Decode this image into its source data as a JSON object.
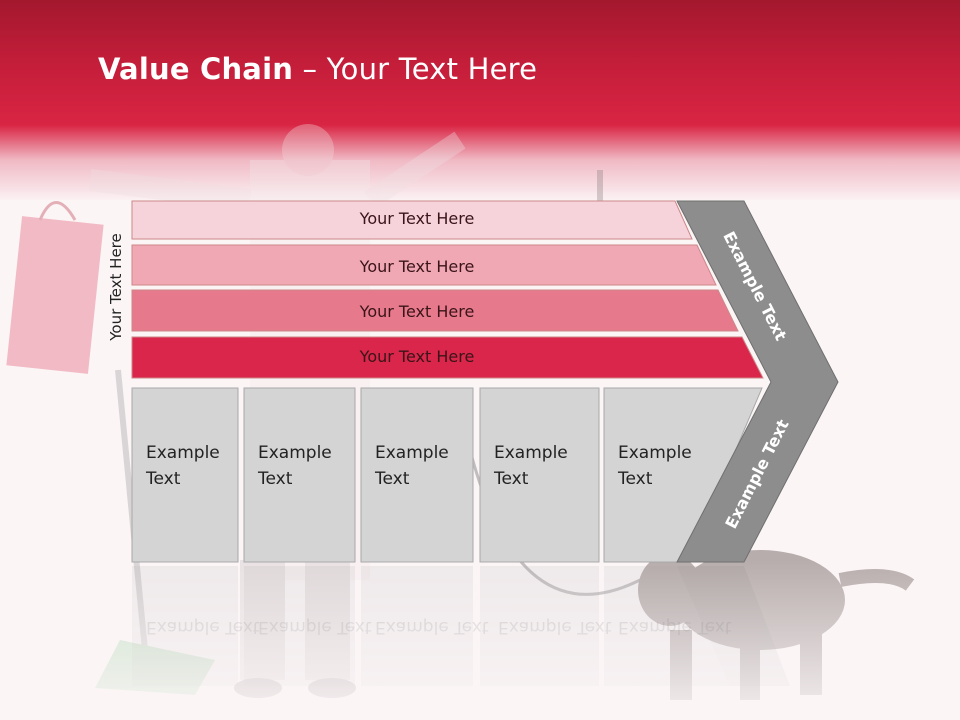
{
  "title": {
    "bold": "Value Chain",
    "rest": " – Your Text Here"
  },
  "side_label": "Your Text Here",
  "rows": [
    {
      "label": "Your Text Here",
      "color": "#f6d3da"
    },
    {
      "label": "Your Text Here",
      "color": "#f0a8b5"
    },
    {
      "label": "Your Text Here",
      "color": "#e67a8c"
    },
    {
      "label": "Your Text Here",
      "color": "#d9264a"
    }
  ],
  "boxes": [
    {
      "label": "Example Text"
    },
    {
      "label": "Example Text"
    },
    {
      "label": "Example Text"
    },
    {
      "label": "Example Text"
    },
    {
      "label": "Example Text"
    }
  ],
  "chevron": {
    "upper_label": "Example Text",
    "lower_label": "Example Text",
    "color": "#8d8d8d"
  },
  "colors": {
    "header": "#d92544",
    "box_fill": "#d4d4d4",
    "box_border": "#a9a9a9"
  }
}
